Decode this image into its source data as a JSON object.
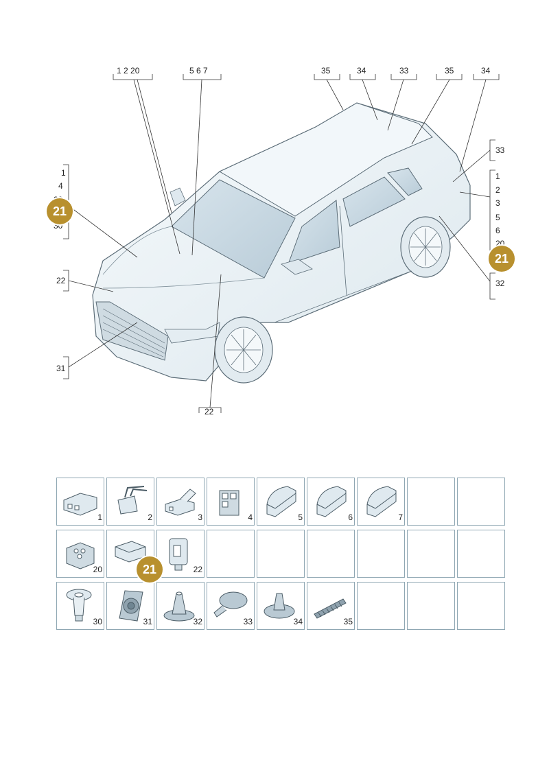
{
  "diagram": {
    "top_labels": [
      "1 2  20",
      "5  6  7",
      "35",
      "34",
      "33",
      "35",
      "34"
    ],
    "left_group_items": [
      "1",
      "4",
      "20",
      "30"
    ],
    "left_badge": "21",
    "label_22_left": "22",
    "label_31": "31",
    "label_22_bottom": "22",
    "right_label_33": "33",
    "right_group_items": [
      "1",
      "2",
      "3",
      "5",
      "6",
      "20"
    ],
    "right_badge": "21",
    "right_label_32": "32"
  },
  "parts_grid": {
    "rows": [
      [
        "1",
        "2",
        "3",
        "4",
        "5",
        "6",
        "7",
        "",
        ""
      ],
      [
        "20",
        "21",
        "22",
        "",
        "",
        "",
        "",
        "",
        ""
      ],
      [
        "30",
        "31",
        "32",
        "33",
        "34",
        "35",
        "",
        "",
        ""
      ]
    ],
    "highlight_badge": "21"
  },
  "colors": {
    "badge": "#b8902e",
    "grid_border": "#8fa7b3",
    "car_fill": "#eef4f7",
    "car_stroke": "#5c6d78"
  }
}
